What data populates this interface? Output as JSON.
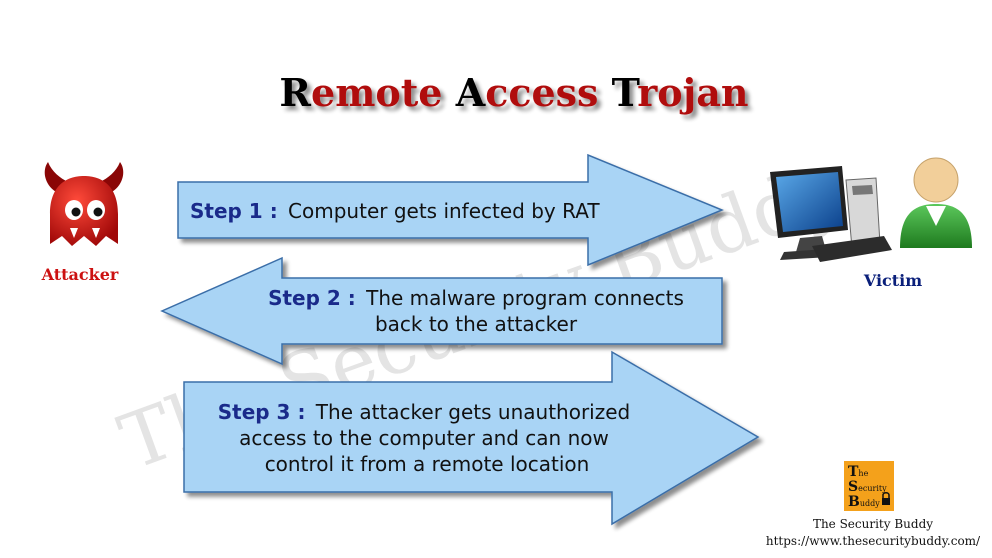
{
  "title": {
    "first": "R",
    "part1": "emote ",
    "second": "A",
    "part2": "ccess ",
    "third": "T",
    "part3": "rojan"
  },
  "watermark": "The Security Buddy",
  "attacker": {
    "label": "Attacker",
    "color": "#cc1111"
  },
  "victim": {
    "label": "Victim",
    "color": "#0a1f7a"
  },
  "steps": [
    {
      "label": "Step 1 :",
      "lines": [
        "Computer gets infected by RAT"
      ],
      "direction": "right"
    },
    {
      "label": "Step 2 :",
      "lines": [
        "The malware program connects",
        "back to the attacker"
      ],
      "direction": "left"
    },
    {
      "label": "Step 3 :",
      "lines": [
        "The attacker gets unauthorized",
        "access to the computer and can now",
        "control it from a remote location"
      ],
      "direction": "right"
    }
  ],
  "logo": {
    "letters": [
      "T",
      "S",
      "B"
    ],
    "words": [
      "he",
      "ecurity",
      "uddy"
    ],
    "accent": "#f4a11b"
  },
  "brand": {
    "name": "The Security Buddy",
    "url": "https://www.thesecuritybuddy.com/"
  },
  "colors": {
    "arrow_fill": "#a9d4f5",
    "arrow_stroke": "#3a6ea8",
    "title_dark": "#000000",
    "title_red": "#b01010"
  }
}
